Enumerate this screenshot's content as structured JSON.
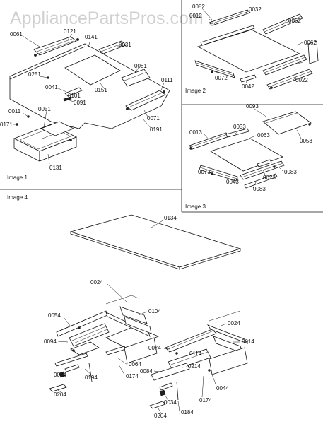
{
  "watermark": "AppliancePartsPros.com",
  "panels": {
    "image1": {
      "title": "Image 1"
    },
    "image2": {
      "title": "Image 2"
    },
    "image3": {
      "title": "Image 3"
    },
    "image4": {
      "title": "Image 4"
    }
  },
  "labels": {
    "p0061": "0061",
    "p0121": "0121",
    "p0141": "0141",
    "p0031": "0031",
    "p0251": "0251",
    "p0081": "0081",
    "p0041": "0041",
    "p0101": "0101",
    "p0151": "0151",
    "p0111": "0111",
    "p0091": "0091",
    "p0011": "0011",
    "p0051": "0051",
    "p0171": "0171",
    "p0071": "0071",
    "p0191": "0191",
    "p0131": "0131",
    "p0082": "0082",
    "p0012": "0012",
    "p0032": "0032",
    "p0062a": "0062",
    "p0062b": "0062",
    "p0072": "0072",
    "p0042": "0042",
    "p0022": "0022",
    "p0093": "0093",
    "p0013": "0013",
    "p0033": "0033",
    "p0063": "0063",
    "p0053": "0053",
    "p0073": "0073",
    "p0043": "0043",
    "p0023": "0023",
    "p0083": "0083",
    "p0083b": "0083",
    "p0134": "0134",
    "p0024a": "0024",
    "p0054": "0054",
    "p0104": "0104",
    "p0094": "0094",
    "p0024b": "0024",
    "p0074": "0074",
    "p0014": "0014",
    "p0114": "0114",
    "p0064": "0064",
    "p0034a": "0034",
    "p0194": "0194",
    "p0174a": "0174",
    "p0084": "0084",
    "p0214": "0214",
    "p0204a": "0204",
    "p0044": "0044",
    "p0174b": "0174",
    "p0034b": "0034",
    "p0184": "0184",
    "p0204b": "0204"
  }
}
